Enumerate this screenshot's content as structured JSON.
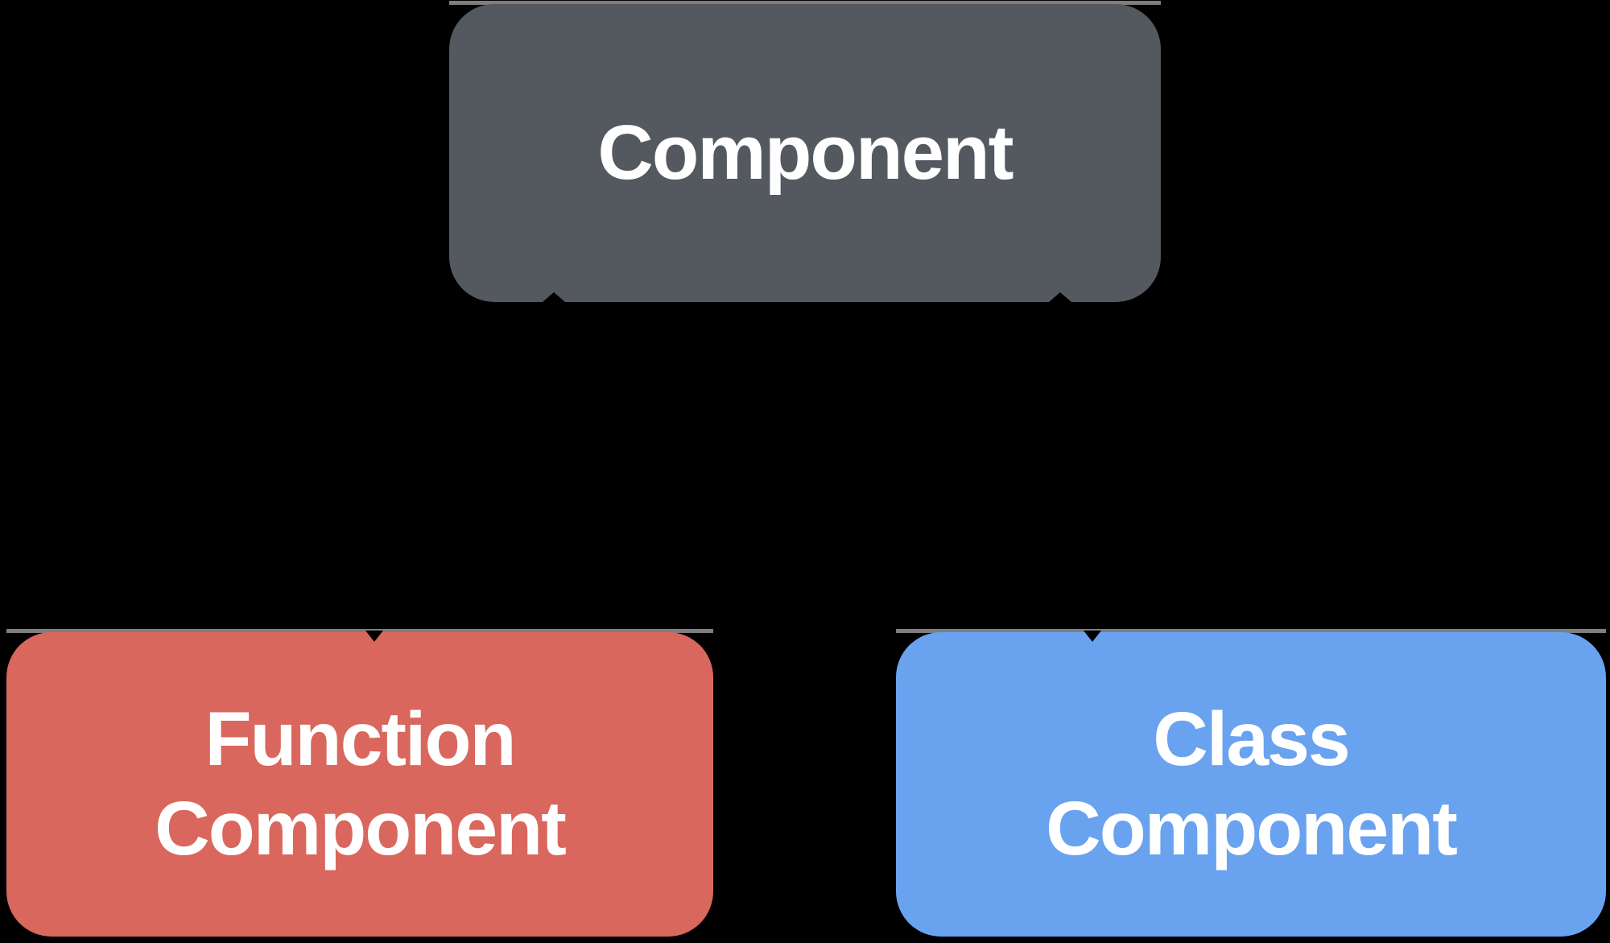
{
  "diagram": {
    "background_color": "#000000",
    "edge_color": "#000000",
    "top_edge_line_color": "#7E7E7E",
    "nodes": [
      {
        "id": "component",
        "label": "Component",
        "fill": "#54585F",
        "text_color": "#FFFFFF"
      },
      {
        "id": "function-component",
        "label": "Function\nComponent",
        "fill": "#D9675D",
        "text_color": "#FFFFFF"
      },
      {
        "id": "class-component",
        "label": "Class\nComponent",
        "fill": "#69A2EF",
        "text_color": "#FFFFFF"
      }
    ],
    "edges": [
      {
        "from": "component",
        "to": "function-component"
      },
      {
        "from": "component",
        "to": "class-component"
      }
    ]
  }
}
